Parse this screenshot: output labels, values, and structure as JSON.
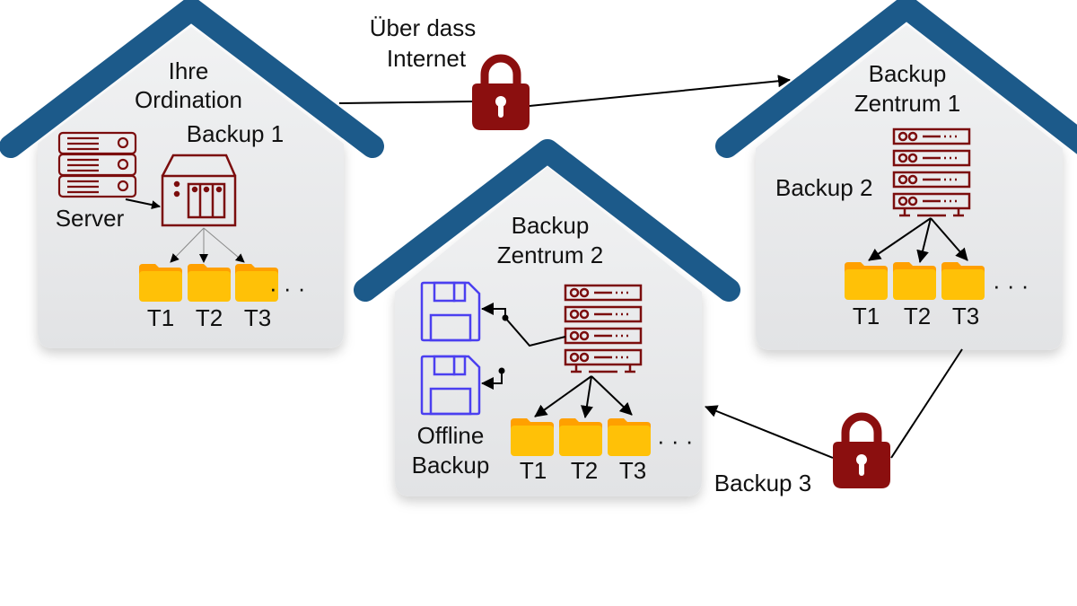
{
  "colors": {
    "roof": "#1c5a8a",
    "wall": "#e4e5e7",
    "server_red": "#7b0d0d",
    "lock_red": "#8b0f0f",
    "folder_back": "#ffa000",
    "folder_front": "#ffc107",
    "floppy_blue": "#4b3ff0",
    "arrow": "#000000"
  },
  "houses": [
    {
      "id": "ordination",
      "title_lines": [
        "Ihre",
        "Ordination"
      ],
      "backup_label": "Backup 1",
      "server_label": "Server",
      "folders": [
        "T1",
        "T2",
        "T3"
      ],
      "ellipsis": "· · ·"
    },
    {
      "id": "zentrum1",
      "title_lines": [
        "Backup",
        "Zentrum 1"
      ],
      "backup_label": "Backup 2",
      "folders": [
        "T1",
        "T2",
        "T3"
      ],
      "ellipsis": "· · ·"
    },
    {
      "id": "zentrum2",
      "title_lines": [
        "Backup",
        "Zentrum 2"
      ],
      "offline_lines": [
        "Offline",
        "Backup"
      ],
      "folders": [
        "T1",
        "T2",
        "T3"
      ],
      "ellipsis": "· · ·"
    }
  ],
  "connections": {
    "internet_label_lines": [
      "Über dass",
      "Internet"
    ],
    "backup3_label": "Backup 3"
  }
}
